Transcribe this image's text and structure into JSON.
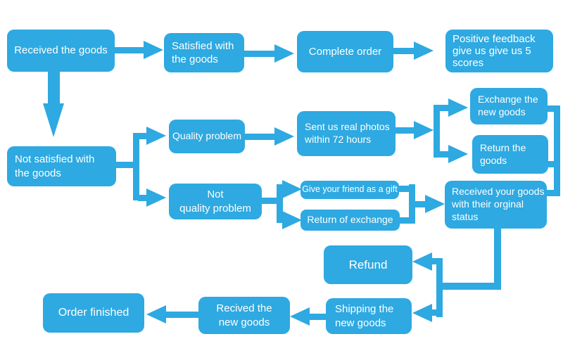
{
  "diagram_title": "order-feedback-flowchart",
  "colors": {
    "node_fill": "#2EA9E1",
    "node_text": "#FFFFFF",
    "background": "#FFFFFF"
  },
  "nodes": {
    "received_goods": {
      "label": "Received the goods"
    },
    "satisfied": {
      "label": [
        "Satisfied with",
        "the goods"
      ]
    },
    "complete_order": {
      "label": "Complete order"
    },
    "positive_feedback": {
      "label": [
        "Positive feedback",
        "give us give us 5",
        "scores"
      ]
    },
    "not_satisfied": {
      "label": [
        "Not satisfied with",
        "the goods"
      ]
    },
    "quality_problem": {
      "label": "Quality problem"
    },
    "not_quality_problem": {
      "label": [
        "Not",
        "quality problem"
      ]
    },
    "sent_photos": {
      "label": [
        "Sent us real photos",
        "within 72 hours"
      ]
    },
    "exchange_new_goods": {
      "label": [
        "Exchange the",
        "new goods"
      ]
    },
    "return_goods": {
      "label": [
        "Return the",
        "goods"
      ]
    },
    "give_gift": {
      "label": "Give your friend as a gift"
    },
    "return_exchange": {
      "label": "Return of exchange"
    },
    "received_original": {
      "label": [
        "Received your goods",
        "with their orginal",
        "status"
      ]
    },
    "refund": {
      "label": "Refund"
    },
    "shipping": {
      "label": [
        "Shipping the",
        "new goods"
      ]
    },
    "recived": {
      "label": [
        "Recived the",
        "new goods"
      ]
    },
    "order_finished": {
      "label": "Order finished"
    }
  },
  "edges": [
    {
      "from": "received_goods",
      "to": "satisfied"
    },
    {
      "from": "satisfied",
      "to": "complete_order"
    },
    {
      "from": "complete_order",
      "to": "positive_feedback"
    },
    {
      "from": "received_goods",
      "to": "not_satisfied"
    },
    {
      "from": "not_satisfied",
      "to": "quality_problem"
    },
    {
      "from": "not_satisfied",
      "to": "not_quality_problem"
    },
    {
      "from": "quality_problem",
      "to": "sent_photos"
    },
    {
      "from": "sent_photos",
      "to": "exchange_new_goods"
    },
    {
      "from": "sent_photos",
      "to": "return_goods"
    },
    {
      "from": "exchange_new_goods",
      "to": "received_original"
    },
    {
      "from": "return_goods",
      "to": "received_original"
    },
    {
      "from": "not_quality_problem",
      "to": "give_gift"
    },
    {
      "from": "not_quality_problem",
      "to": "return_exchange"
    },
    {
      "from": "give_gift",
      "to": "received_original"
    },
    {
      "from": "return_exchange",
      "to": "received_original"
    },
    {
      "from": "received_original",
      "to": "refund"
    },
    {
      "from": "received_original",
      "to": "shipping"
    },
    {
      "from": "shipping",
      "to": "recived"
    },
    {
      "from": "recived",
      "to": "order_finished"
    }
  ]
}
